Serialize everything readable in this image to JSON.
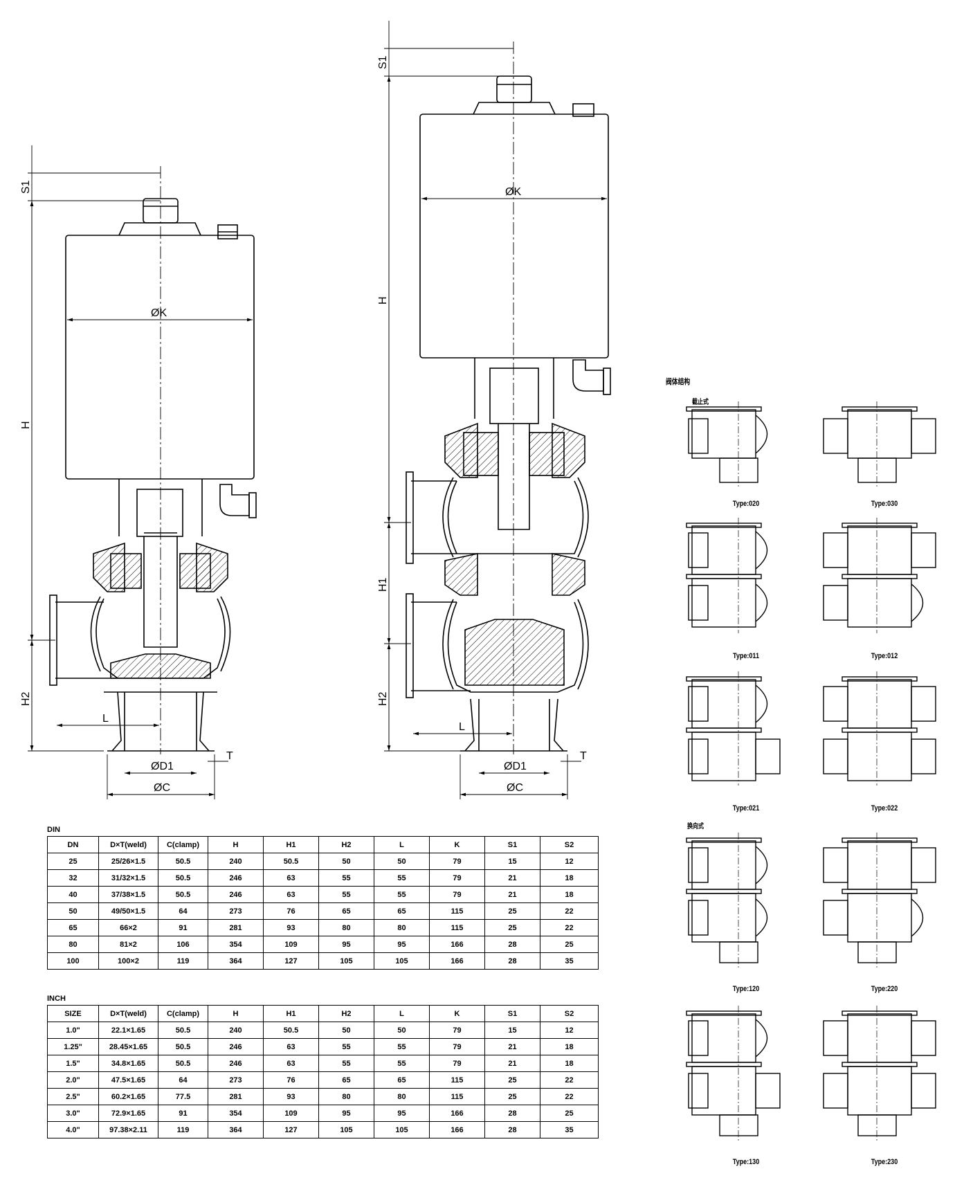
{
  "drawing_labels": {
    "dim_h": "H",
    "dim_s1": "S1",
    "dim_k": "ØK",
    "dim_h1": "H1",
    "dim_h2": "H2",
    "dim_l": "L",
    "dim_t": "T",
    "dim_d1": "ØD1",
    "dim_c": "ØC"
  },
  "body_structure": {
    "title": "阀体结构",
    "group_shutoff": "截止式",
    "group_changeover": "换向式",
    "types": [
      "Type:020",
      "Type:030",
      "Type:011",
      "Type:012",
      "Type:021",
      "Type:022",
      "Type:120",
      "Type:220",
      "Type:130",
      "Type:230"
    ]
  },
  "din_table": {
    "title": "DIN",
    "headers": [
      "DN",
      "D×T(weld)",
      "C(clamp)",
      "H",
      "H1",
      "H2",
      "L",
      "K",
      "S1",
      "S2"
    ],
    "rows": [
      [
        "25",
        "25/26×1.5",
        "50.5",
        "240",
        "50.5",
        "50",
        "50",
        "79",
        "15",
        "12"
      ],
      [
        "32",
        "31/32×1.5",
        "50.5",
        "246",
        "63",
        "55",
        "55",
        "79",
        "21",
        "18"
      ],
      [
        "40",
        "37/38×1.5",
        "50.5",
        "246",
        "63",
        "55",
        "55",
        "79",
        "21",
        "18"
      ],
      [
        "50",
        "49/50×1.5",
        "64",
        "273",
        "76",
        "65",
        "65",
        "115",
        "25",
        "22"
      ],
      [
        "65",
        "66×2",
        "91",
        "281",
        "93",
        "80",
        "80",
        "115",
        "25",
        "22"
      ],
      [
        "80",
        "81×2",
        "106",
        "354",
        "109",
        "95",
        "95",
        "166",
        "28",
        "25"
      ],
      [
        "100",
        "100×2",
        "119",
        "364",
        "127",
        "105",
        "105",
        "166",
        "28",
        "35"
      ]
    ]
  },
  "inch_table": {
    "title": "INCH",
    "headers": [
      "SIZE",
      "D×T(weld)",
      "C(clamp)",
      "H",
      "H1",
      "H2",
      "L",
      "K",
      "S1",
      "S2"
    ],
    "rows": [
      [
        "1.0\"",
        "22.1×1.65",
        "50.5",
        "240",
        "50.5",
        "50",
        "50",
        "79",
        "15",
        "12"
      ],
      [
        "1.25\"",
        "28.45×1.65",
        "50.5",
        "246",
        "63",
        "55",
        "55",
        "79",
        "21",
        "18"
      ],
      [
        "1.5\"",
        "34.8×1.65",
        "50.5",
        "246",
        "63",
        "55",
        "55",
        "79",
        "21",
        "18"
      ],
      [
        "2.0\"",
        "47.5×1.65",
        "64",
        "273",
        "76",
        "65",
        "65",
        "115",
        "25",
        "22"
      ],
      [
        "2.5\"",
        "60.2×1.65",
        "77.5",
        "281",
        "93",
        "80",
        "80",
        "115",
        "25",
        "22"
      ],
      [
        "3.0\"",
        "72.9×1.65",
        "91",
        "354",
        "109",
        "95",
        "95",
        "166",
        "28",
        "25"
      ],
      [
        "4.0\"",
        "97.38×2.11",
        "119",
        "364",
        "127",
        "105",
        "105",
        "166",
        "28",
        "35"
      ]
    ]
  }
}
